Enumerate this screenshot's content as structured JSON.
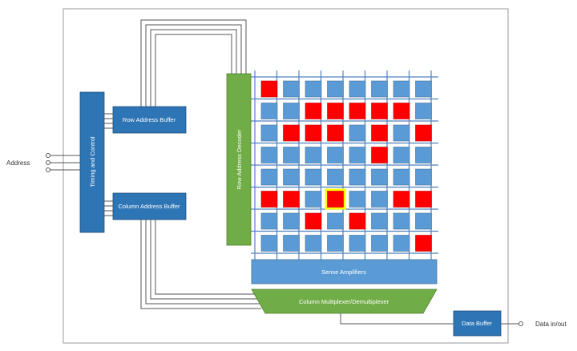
{
  "labels": {
    "address": "Address",
    "timing_control": "Timing and Control",
    "row_address_buffer": "Row Address Buffer",
    "column_address_buffer": "Column Address Buffer",
    "row_address_decoder": "Row Address Decoder",
    "sense_amplifiers": "Sense Amplifiers",
    "column_mux": "Column Multiplexer/Demultiplexer",
    "data_buffer": "Data Buffer",
    "data_io": "Data in/out"
  },
  "colors": {
    "block_blue": "#2e75b6",
    "cell_blue": "#5b9bd5",
    "cell_red": "#ff0000",
    "decoder_green": "#70ad47",
    "highlight_yellow": "#ffff00",
    "sense_blue": "#5b9bd5"
  },
  "memory_array": {
    "rows": 8,
    "cols": 8,
    "cells": [
      [
        1,
        0,
        0,
        0,
        0,
        0,
        0,
        0
      ],
      [
        0,
        0,
        1,
        1,
        1,
        1,
        1,
        0
      ],
      [
        0,
        1,
        1,
        1,
        0,
        1,
        0,
        1
      ],
      [
        0,
        0,
        0,
        0,
        0,
        1,
        0,
        0
      ],
      [
        0,
        0,
        0,
        0,
        0,
        0,
        0,
        0
      ],
      [
        1,
        1,
        0,
        2,
        0,
        0,
        1,
        1
      ],
      [
        0,
        0,
        1,
        0,
        1,
        0,
        0,
        0
      ],
      [
        0,
        0,
        0,
        0,
        0,
        0,
        0,
        1
      ]
    ]
  }
}
